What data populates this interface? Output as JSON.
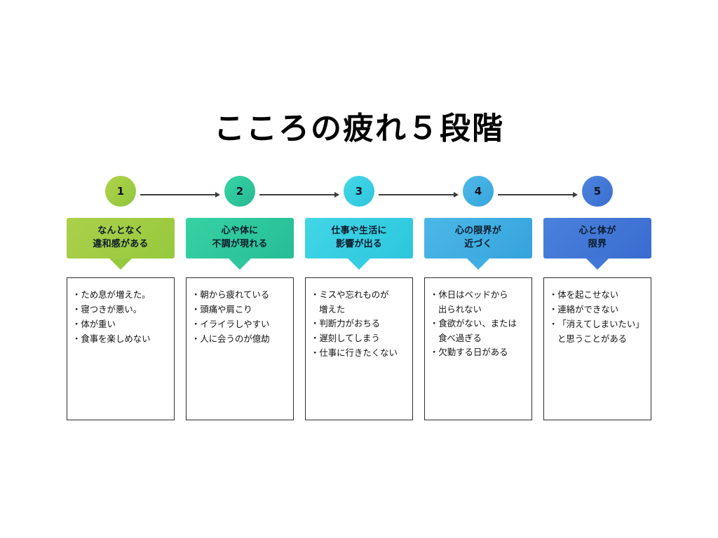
{
  "slide": {
    "title": "こころの疲れ５段階",
    "background": "#ffffff"
  },
  "arrow": {
    "color": "#3b3b3b",
    "count": 4
  },
  "steps": [
    {
      "number": "1",
      "circle_color_start": "#b2d34a",
      "circle_color_end": "#8ec63f",
      "banner_color_start": "#abd04a",
      "banner_color_end": "#96c93d",
      "tab_color": "#96c93d",
      "banner_line1": "なんとなく",
      "banner_line2": "違和感がある",
      "items": [
        {
          "text": "ため息が増えた。"
        },
        {
          "text": "寝つきが悪い。"
        },
        {
          "text": "体が重い"
        },
        {
          "text": "食事を楽しめない"
        }
      ]
    },
    {
      "number": "2",
      "circle_color_start": "#3ad4a6",
      "circle_color_end": "#27b894",
      "banner_color_start": "#36d2a3",
      "banner_color_end": "#27bd96",
      "tab_color": "#2ec79d",
      "banner_line1": "心や体に",
      "banner_line2": "不調が現れる",
      "items": [
        {
          "text": "朝から疲れている"
        },
        {
          "text": "頭痛や肩こり"
        },
        {
          "text": "イライラしやすい"
        },
        {
          "text": "人に会うのが億劫"
        }
      ]
    },
    {
      "number": "3",
      "circle_color_start": "#45d7e8",
      "circle_color_end": "#2ec6dd",
      "banner_color_start": "#42d6e6",
      "banner_color_end": "#2cc6dd",
      "tab_color": "#35cde0",
      "banner_line1": "仕事や生活に",
      "banner_line2": "影響が出る",
      "items": [
        {
          "text": "ミスや忘れものが",
          "cont": "増えた"
        },
        {
          "text": "判断力がおちる"
        },
        {
          "text": "遅刻してしまう"
        },
        {
          "text": "仕事に行きたくない"
        }
      ]
    },
    {
      "number": "4",
      "circle_color_start": "#4fb9e8",
      "circle_color_end": "#36a5dd",
      "banner_color_start": "#4cb8e8",
      "banner_color_end": "#35a3dc",
      "tab_color": "#3fafe3",
      "banner_line1": "心の限界が",
      "banner_line2": "近づく",
      "items": [
        {
          "text": "休日はベッドから",
          "cont": "出られない"
        },
        {
          "text": "食欲がない、または",
          "cont": "食べ過ぎる"
        },
        {
          "text": "欠勤する日がある"
        }
      ]
    },
    {
      "number": "5",
      "circle_color_start": "#4d84de",
      "circle_color_end": "#3a6ed0",
      "banner_color_start": "#4a81dd",
      "banner_color_end": "#3a6ccf",
      "tab_color": "#4277d8",
      "banner_line1": "心と体が",
      "banner_line2": "限界",
      "items": [
        {
          "text": "体を起こせない"
        },
        {
          "text": "連絡ができない"
        },
        {
          "text": "「消えてしまいたい」",
          "cont": "と思うことがある"
        }
      ]
    }
  ],
  "bullet": "・"
}
